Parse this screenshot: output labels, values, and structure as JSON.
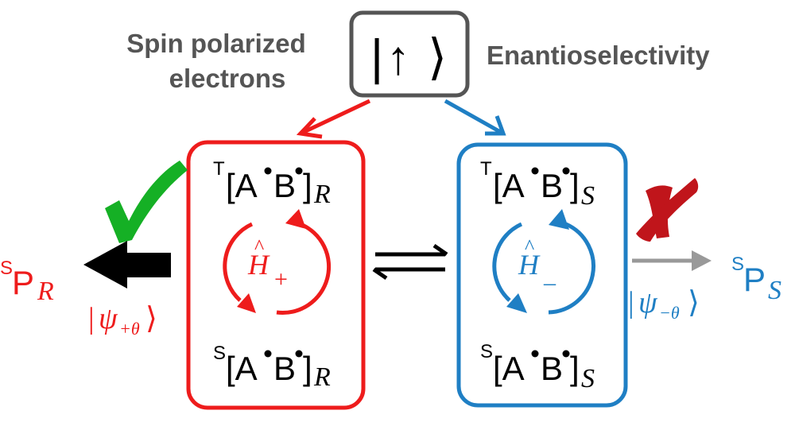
{
  "colors": {
    "red": "#ee1c1c",
    "blue": "#1f7fc4",
    "gray_box": "#555555",
    "gray_text": "#555555",
    "gray_arrow": "#999999",
    "black": "#000000",
    "green": "#15b025",
    "dark_red": "#c0151b"
  },
  "top": {
    "label_left_line1": "Spin polarized",
    "label_left_line2": "electrons",
    "label_right": "Enantioselectivity",
    "state_bar": "|",
    "state_arrow": "↑",
    "state_bracket": "⟩"
  },
  "left_box": {
    "triplet_sup": "T",
    "triplet_body": "[A",
    "triplet_b": "B",
    "triplet_close": "]",
    "triplet_sub": "R",
    "singlet_sup": "S",
    "singlet_body": "[A",
    "singlet_b": "B",
    "singlet_close": "]",
    "singlet_sub": "R",
    "hamiltonian_H": "H",
    "hamiltonian_hat": "^",
    "hamiltonian_sub": "+"
  },
  "right_box": {
    "triplet_sup": "T",
    "triplet_body": "[A",
    "triplet_b": "B",
    "triplet_close": "]",
    "triplet_sub": "S",
    "singlet_sup": "S",
    "singlet_body": "[A",
    "singlet_b": "B",
    "singlet_close": "]",
    "singlet_sub": "S",
    "hamiltonian_H": "H",
    "hamiltonian_hat": "^",
    "hamiltonian_sub": "_"
  },
  "left_product": {
    "sup": "S",
    "body": "P",
    "sub": "R",
    "psi_bar": "|",
    "psi": "ψ",
    "psi_sub": "+θ",
    "psi_bracket": "⟩"
  },
  "right_product": {
    "sup": "S",
    "body": "P",
    "sub": "S",
    "psi_bar": "|",
    "psi": "ψ",
    "psi_sub": "−θ",
    "psi_bracket": "⟩"
  }
}
